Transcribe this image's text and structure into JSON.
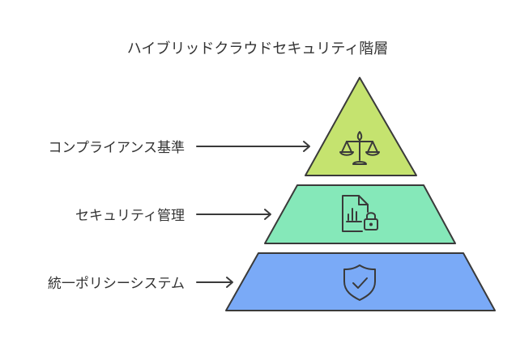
{
  "title": "ハイブリッドクラウドセキュリティ階層",
  "colors": {
    "tier_top": "#c5e36f",
    "tier_middle": "#85e8b9",
    "tier_bottom": "#7aaaf7",
    "stroke": "#3a3a3a",
    "text": "#333333"
  },
  "tiers": [
    {
      "label": "コンプライアンス基準",
      "icon": "balance-scale-icon"
    },
    {
      "label": "セキュリティ管理",
      "icon": "locked-document-chart-icon"
    },
    {
      "label": "統一ポリシーシステム",
      "icon": "shield-check-icon"
    }
  ]
}
